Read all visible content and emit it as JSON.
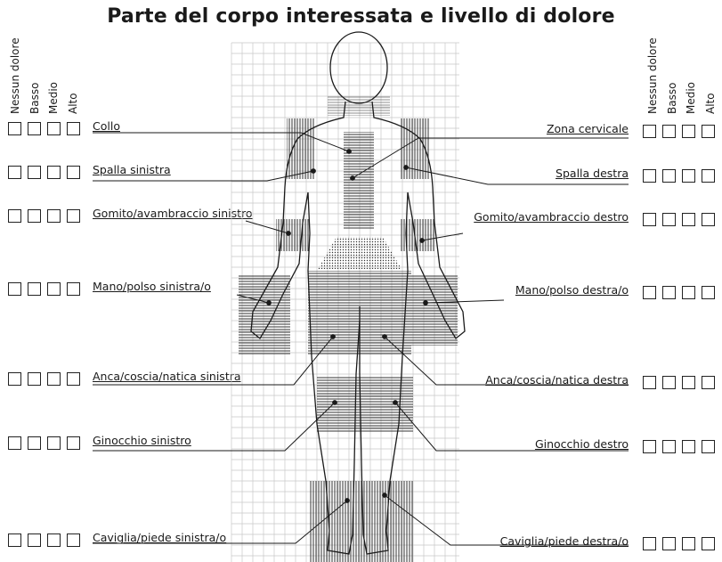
{
  "title": "Parte del corpo interessata e livello di dolore",
  "scale_headers": [
    "Nessun dolore",
    "Basso",
    "Medio",
    "Alto"
  ],
  "left_parts": [
    "Collo",
    "Spalla sinistra",
    "Gomito/avambraccio sinistro",
    "Mano/polso sinistra/o",
    "Anca/coscia/natica sinistra",
    "Ginocchio sinistro",
    "Caviglia/piede sinistra/o"
  ],
  "right_parts": [
    "Zona cervicale",
    "Spalla destra",
    "Gomito/avambraccio destro",
    "Mano/polso destra/o",
    "Anca/coscia/natica destra",
    "Ginocchio destro",
    "Caviglia/piede destra/o"
  ]
}
